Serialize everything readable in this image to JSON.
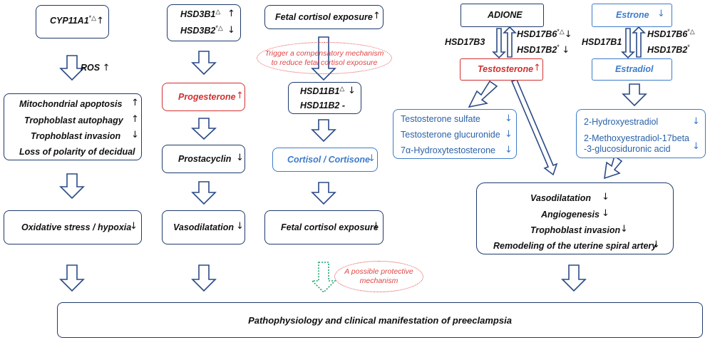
{
  "col1": {
    "cyp": "CYP11A1",
    "cyp_sup": "*△",
    "ros": "ROS",
    "mito": [
      "Mitochondrial apoptosis",
      "Trophoblast  autophagy",
      "Trophoblast invasion",
      "Loss of polarity of decidual"
    ],
    "oxid": "Oxidative stress / hypoxia"
  },
  "col2": {
    "hsd3b1": "HSD3B1",
    "hsd3b1_sup": "△",
    "hsd3b2": "HSD3B2",
    "hsd3b2_sup": "*△",
    "progesterone": "Progesterone",
    "prostacyclin": "Prostacyclin",
    "vaso": "Vasodilatation"
  },
  "col3": {
    "fetal_top": "Fetal cortisol exposure",
    "trigger": [
      "Trigger a compensatory mechanism",
      "to reduce fetal cortisol exposure"
    ],
    "hsd11b1": "HSD11B1",
    "hsd11b1_sup": "△",
    "hsd11b2": "HSD11B2 -",
    "cortisol": "Cortisol / Cortisone",
    "fetal_bottom": "Fetal cortisol exposure",
    "protective": [
      "A possible protective",
      "mechanism"
    ]
  },
  "col4": {
    "adione": "ADIONE",
    "hsd17b3": "HSD17B3",
    "hsd17b6": "HSD17B6",
    "hsd17b6_sup": "*△",
    "hsd17b2": "HSD17B2",
    "hsd17b2_sup": "*",
    "testosterone": "Testosterone",
    "metabolites": [
      "Testosterone sulfate",
      "Testosterone glucuronide",
      "7α-Hydroxytestosterone"
    ]
  },
  "col5": {
    "estrone": "Estrone",
    "hsd17b1": "HSD17B1",
    "hsd17b6": "HSD17B6",
    "hsd17b6_sup": "*△",
    "hsd17b2": "HSD17B2",
    "hsd17b2_sup": "*",
    "estradiol": "Estradiol",
    "metabolites": [
      "2-Hydroxyestradiol",
      "2-Methoxyestradiol-17beta",
      "-3-glucosiduronic acid"
    ]
  },
  "outcomes": [
    "Vasodilatation",
    "Angiogenesis",
    "Trophoblast  invasion",
    "Remodeling of the uterine spiral artery"
  ],
  "bottom": "Pathophysiology and clinical manifestation of preeclampsia",
  "symbols": {
    "up": "↑",
    "down": "↓"
  },
  "colors": {
    "navy": "#1f3a6b",
    "red": "#d03030",
    "blue": "#3d7cc9",
    "green": "#1aa36b"
  }
}
